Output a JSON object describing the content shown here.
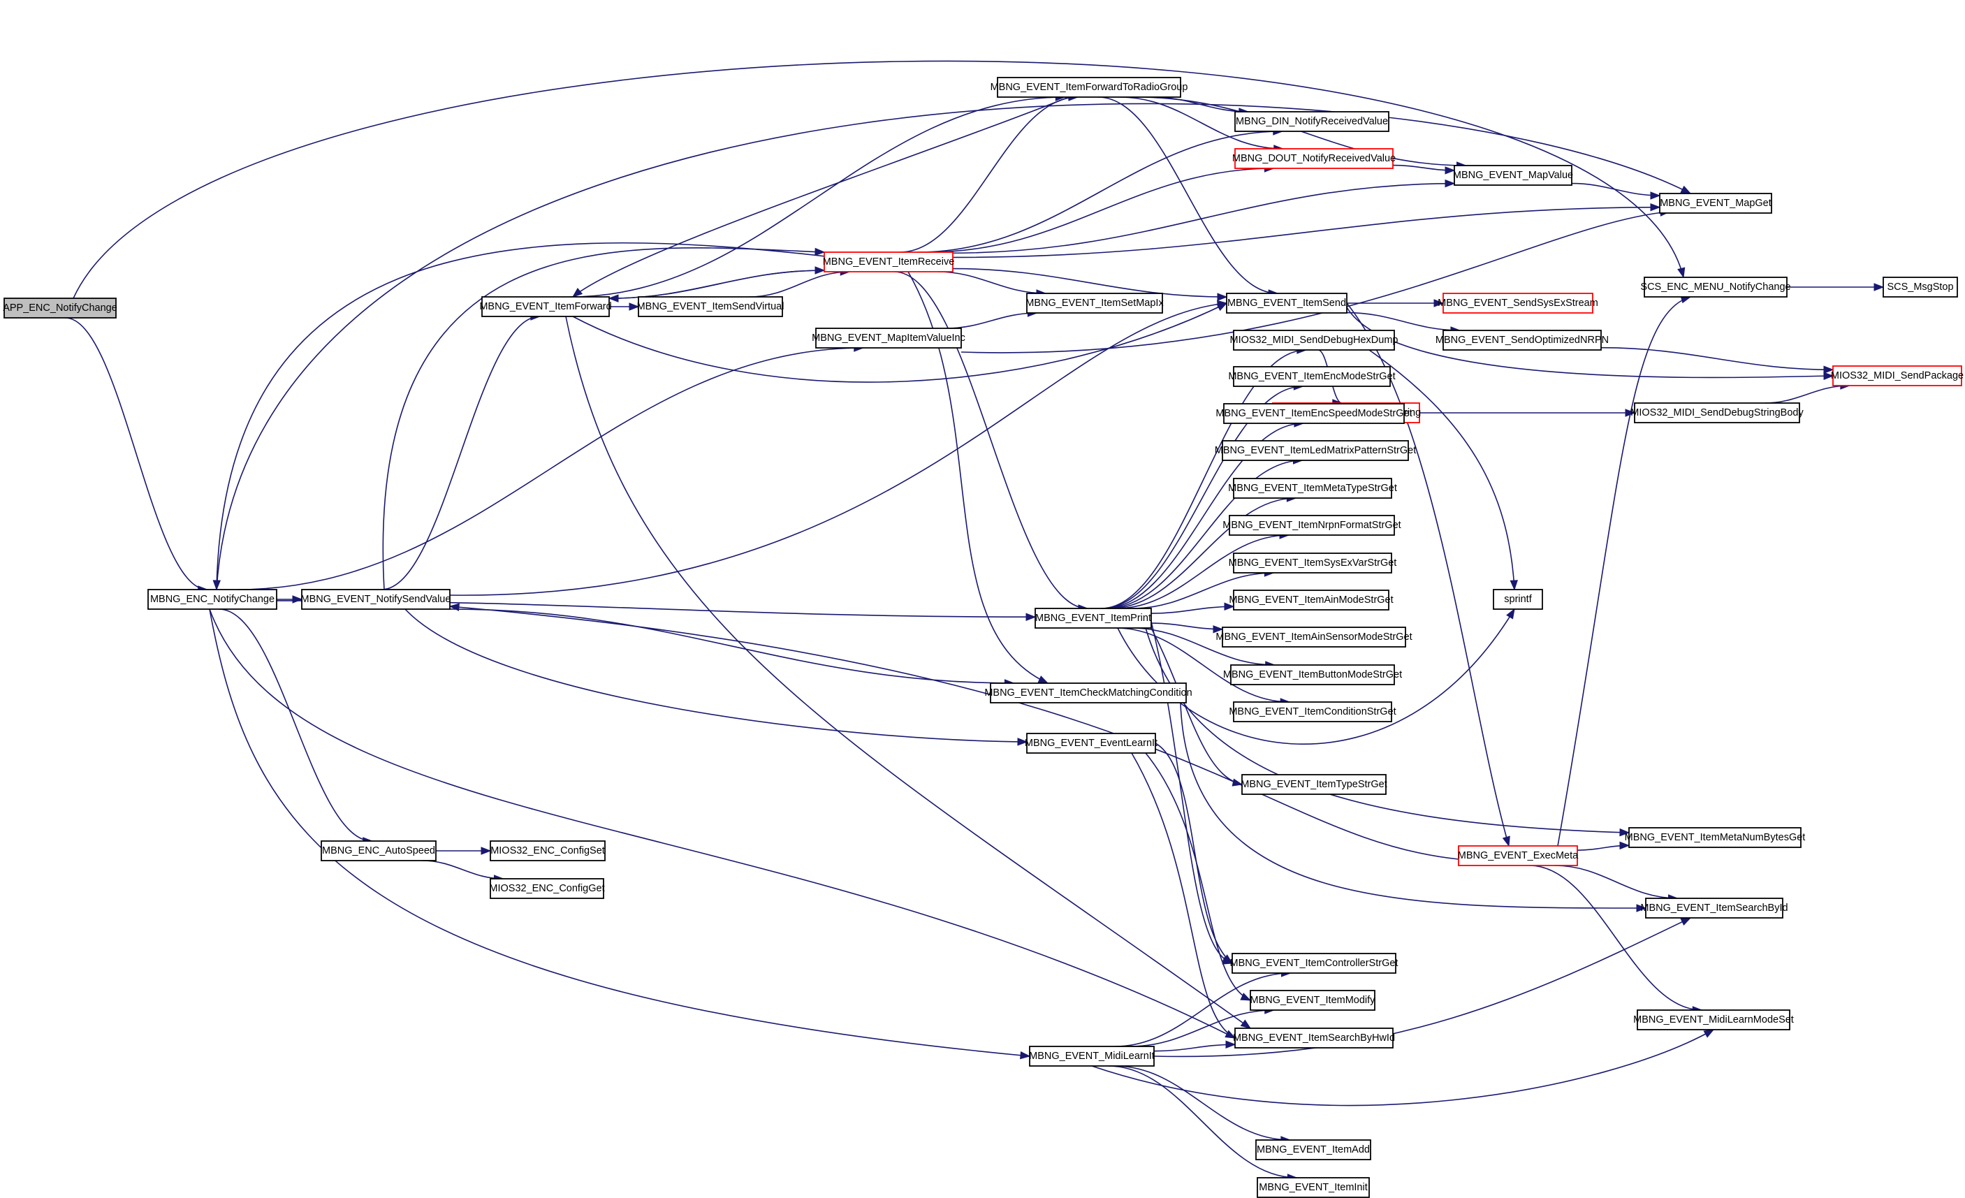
{
  "colors": {
    "edge": "#191970",
    "node_border": "#000000",
    "root_fill": "#bfbfbf",
    "truncated_border": "#ff0000"
  },
  "nodes": [
    {
      "id": "APP_ENC_NotifyChange",
      "label": "APP_ENC_NotifyChange",
      "root": true
    },
    {
      "id": "MBNG_ENC_NotifyChange",
      "label": "MBNG_ENC_NotifyChange"
    },
    {
      "id": "MBNG_EVENT_NotifySendValue",
      "label": "MBNG_EVENT_NotifySendValue"
    },
    {
      "id": "MBNG_EVENT_ItemForward",
      "label": "MBNG_EVENT_ItemForward"
    },
    {
      "id": "MBNG_EVENT_ItemSendVirtual",
      "label": "MBNG_EVENT_ItemSendVirtual"
    },
    {
      "id": "MBNG_EVENT_ItemForwardToRadioGroup",
      "label": "MBNG_EVENT_ItemForwardToRadioGroup"
    },
    {
      "id": "MBNG_EVENT_ItemReceive",
      "label": "MBNG_EVENT_ItemReceive",
      "truncated": true
    },
    {
      "id": "MBNG_EVENT_MapItemValueInc",
      "label": "MBNG_EVENT_MapItemValueInc"
    },
    {
      "id": "MBNG_DIN_NotifyReceivedValue",
      "label": "MBNG_DIN_NotifyReceivedValue"
    },
    {
      "id": "MBNG_DOUT_NotifyReceivedValue",
      "label": "MBNG_DOUT_NotifyReceivedValue",
      "truncated": true
    },
    {
      "id": "MBNG_EVENT_MapValue",
      "label": "MBNG_EVENT_MapValue"
    },
    {
      "id": "MBNG_EVENT_MapGet",
      "label": "MBNG_EVENT_MapGet"
    },
    {
      "id": "MBNG_EVENT_ItemSetMapIx",
      "label": "MBNG_EVENT_ItemSetMapIx"
    },
    {
      "id": "MBNG_EVENT_ItemSend",
      "label": "MBNG_EVENT_ItemSend"
    },
    {
      "id": "MBNG_EVENT_SendSysExStream",
      "label": "MBNG_EVENT_SendSysExStream",
      "truncated": true
    },
    {
      "id": "MBNG_EVENT_SendOptimizedNRPN",
      "label": "MBNG_EVENT_SendOptimizedNRPN"
    },
    {
      "id": "MIOS32_MIDI_SendPackage",
      "label": "MIOS32_MIDI_SendPackage",
      "truncated": true
    },
    {
      "id": "SCS_ENC_MENU_NotifyChange",
      "label": "SCS_ENC_MENU_NotifyChange"
    },
    {
      "id": "SCS_MsgStop",
      "label": "SCS_MsgStop"
    },
    {
      "id": "MIOS32_MIDI_SendDebugHexDump",
      "label": "MIOS32_MIDI_SendDebugHexDump"
    },
    {
      "id": "MIOS32_MIDI_SendDebugString",
      "label": "MIOS32_MIDI_SendDebugString",
      "truncated": true
    },
    {
      "id": "MIOS32_MIDI_SendDebugStringBody",
      "label": "MIOS32_MIDI_SendDebugStringBody"
    },
    {
      "id": "MBNG_EVENT_ItemEncModeStrGet",
      "label": "MBNG_EVENT_ItemEncModeStrGet"
    },
    {
      "id": "MBNG_EVENT_ItemEncSpeedModeStrGet",
      "label": "MBNG_EVENT_ItemEncSpeedModeStrGet"
    },
    {
      "id": "MBNG_EVENT_ItemLedMatrixPatternStrGet",
      "label": "MBNG_EVENT_ItemLedMatrixPatternStrGet"
    },
    {
      "id": "MBNG_EVENT_ItemMetaTypeStrGet",
      "label": "MBNG_EVENT_ItemMetaTypeStrGet"
    },
    {
      "id": "MBNG_EVENT_ItemNrpnFormatStrGet",
      "label": "MBNG_EVENT_ItemNrpnFormatStrGet"
    },
    {
      "id": "MBNG_EVENT_ItemSysExVarStrGet",
      "label": "MBNG_EVENT_ItemSysExVarStrGet"
    },
    {
      "id": "MBNG_EVENT_ItemAinModeStrGet",
      "label": "MBNG_EVENT_ItemAinModeStrGet"
    },
    {
      "id": "MBNG_EVENT_ItemAinSensorModeStrGet",
      "label": "MBNG_EVENT_ItemAinSensorModeStrGet"
    },
    {
      "id": "MBNG_EVENT_ItemButtonModeStrGet",
      "label": "MBNG_EVENT_ItemButtonModeStrGet"
    },
    {
      "id": "MBNG_EVENT_ItemConditionStrGet",
      "label": "MBNG_EVENT_ItemConditionStrGet"
    },
    {
      "id": "sprintf",
      "label": "sprintf"
    },
    {
      "id": "MBNG_EVENT_ItemPrint",
      "label": "MBNG_EVENT_ItemPrint"
    },
    {
      "id": "MBNG_EVENT_ItemCheckMatchingCondition",
      "label": "MBNG_EVENT_ItemCheckMatchingCondition"
    },
    {
      "id": "MBNG_EVENT_EventLearnIt",
      "label": "MBNG_EVENT_EventLearnIt"
    },
    {
      "id": "MBNG_EVENT_ItemTypeStrGet",
      "label": "MBNG_EVENT_ItemTypeStrGet"
    },
    {
      "id": "MBNG_EVENT_ItemMetaNumBytesGet",
      "label": "MBNG_EVENT_ItemMetaNumBytesGet"
    },
    {
      "id": "MBNG_EVENT_ExecMeta",
      "label": "MBNG_EVENT_ExecMeta",
      "truncated": true
    },
    {
      "id": "MBNG_EVENT_ItemSearchById",
      "label": "MBNG_EVENT_ItemSearchById"
    },
    {
      "id": "MBNG_ENC_AutoSpeed",
      "label": "MBNG_ENC_AutoSpeed"
    },
    {
      "id": "MIOS32_ENC_ConfigSet",
      "label": "MIOS32_ENC_ConfigSet"
    },
    {
      "id": "MIOS32_ENC_ConfigGet",
      "label": "MIOS32_ENC_ConfigGet"
    },
    {
      "id": "MBNG_EVENT_ItemControllerStrGet",
      "label": "MBNG_EVENT_ItemControllerStrGet"
    },
    {
      "id": "MBNG_EVENT_ItemModify",
      "label": "MBNG_EVENT_ItemModify"
    },
    {
      "id": "MBNG_EVENT_ItemSearchByHwId",
      "label": "MBNG_EVENT_ItemSearchByHwId"
    },
    {
      "id": "MBNG_EVENT_MidiLearnModeSet",
      "label": "MBNG_EVENT_MidiLearnModeSet"
    },
    {
      "id": "MBNG_EVENT_MidiLearnIt",
      "label": "MBNG_EVENT_MidiLearnIt"
    },
    {
      "id": "MBNG_EVENT_ItemAdd",
      "label": "MBNG_EVENT_ItemAdd"
    },
    {
      "id": "MBNG_EVENT_ItemInit",
      "label": "MBNG_EVENT_ItemInit"
    }
  ],
  "edges": [
    [
      "APP_ENC_NotifyChange",
      "MBNG_ENC_NotifyChange"
    ],
    [
      "APP_ENC_NotifyChange",
      "SCS_ENC_MENU_NotifyChange"
    ],
    [
      "SCS_ENC_MENU_NotifyChange",
      "SCS_MsgStop"
    ],
    [
      "MBNG_ENC_NotifyChange",
      "MBNG_EVENT_NotifySendValue"
    ],
    [
      "MBNG_ENC_NotifyChange",
      "MBNG_EVENT_MapGet"
    ],
    [
      "MBNG_ENC_NotifyChange",
      "MBNG_EVENT_MapItemValueInc"
    ],
    [
      "MBNG_ENC_NotifyChange",
      "MBNG_EVENT_ItemPrint"
    ],
    [
      "MBNG_ENC_NotifyChange",
      "MBNG_ENC_AutoSpeed"
    ],
    [
      "MBNG_ENC_NotifyChange",
      "MBNG_EVENT_ItemSearchByHwId"
    ],
    [
      "MBNG_ENC_NotifyChange",
      "MBNG_EVENT_MidiLearnIt"
    ],
    [
      "MBNG_EVENT_NotifySendValue",
      "MBNG_EVENT_ItemForward"
    ],
    [
      "MBNG_EVENT_NotifySendValue",
      "MBNG_EVENT_ItemReceive"
    ],
    [
      "MBNG_EVENT_NotifySendValue",
      "MBNG_EVENT_ItemSend"
    ],
    [
      "MBNG_EVENT_NotifySendValue",
      "MBNG_EVENT_ItemCheckMatchingCondition"
    ],
    [
      "MBNG_EVENT_NotifySendValue",
      "MBNG_EVENT_EventLearnIt"
    ],
    [
      "MBNG_EVENT_ItemForward",
      "MBNG_EVENT_ItemSendVirtual"
    ],
    [
      "MBNG_EVENT_ItemForward",
      "MBNG_EVENT_ItemForwardToRadioGroup"
    ],
    [
      "MBNG_EVENT_ItemForward",
      "MBNG_EVENT_ItemReceive"
    ],
    [
      "MBNG_EVENT_ItemForward",
      "MBNG_EVENT_ItemSend"
    ],
    [
      "MBNG_EVENT_ItemForward",
      "MBNG_EVENT_ItemSearchByHwId"
    ],
    [
      "MBNG_EVENT_ItemSendVirtual",
      "MBNG_EVENT_ItemReceive"
    ],
    [
      "MBNG_EVENT_ItemForwardToRadioGroup",
      "MBNG_EVENT_ItemForward"
    ],
    [
      "MBNG_EVENT_ItemForwardToRadioGroup",
      "MBNG_DIN_NotifyReceivedValue"
    ],
    [
      "MBNG_EVENT_ItemForwardToRadioGroup",
      "MBNG_DOUT_NotifyReceivedValue"
    ],
    [
      "MBNG_EVENT_ItemForwardToRadioGroup",
      "MBNG_EVENT_MapValue"
    ],
    [
      "MBNG_EVENT_ItemForwardToRadioGroup",
      "MBNG_EVENT_ItemSend"
    ],
    [
      "MBNG_EVENT_ItemReceive",
      "MBNG_EVENT_ItemForwardToRadioGroup"
    ],
    [
      "MBNG_EVENT_ItemReceive",
      "MBNG_DIN_NotifyReceivedValue"
    ],
    [
      "MBNG_EVENT_ItemReceive",
      "MBNG_DOUT_NotifyReceivedValue"
    ],
    [
      "MBNG_EVENT_ItemReceive",
      "MBNG_EVENT_MapValue"
    ],
    [
      "MBNG_EVENT_ItemReceive",
      "MBNG_EVENT_MapGet"
    ],
    [
      "MBNG_EVENT_ItemReceive",
      "MBNG_EVENT_ItemSetMapIx"
    ],
    [
      "MBNG_EVENT_ItemReceive",
      "MBNG_EVENT_ItemSend"
    ],
    [
      "MBNG_EVENT_ItemReceive",
      "MBNG_EVENT_ItemPrint"
    ],
    [
      "MBNG_EVENT_ItemReceive",
      "MBNG_EVENT_ItemCheckMatchingCondition"
    ],
    [
      "MBNG_EVENT_ItemReceive",
      "MBNG_EVENT_ItemForward"
    ],
    [
      "MBNG_EVENT_ItemReceive",
      "MBNG_ENC_NotifyChange"
    ],
    [
      "MBNG_DOUT_NotifyReceivedValue",
      "MBNG_EVENT_MapValue"
    ],
    [
      "MBNG_EVENT_MapValue",
      "MBNG_EVENT_MapGet"
    ],
    [
      "MBNG_EVENT_MapItemValueInc",
      "MBNG_EVENT_ItemSetMapIx"
    ],
    [
      "MBNG_EVENT_MapItemValueInc",
      "MBNG_EVENT_MapGet"
    ],
    [
      "MBNG_EVENT_ItemSend",
      "MBNG_EVENT_SendSysExStream"
    ],
    [
      "MBNG_EVENT_ItemSend",
      "MBNG_EVENT_SendOptimizedNRPN"
    ],
    [
      "MBNG_EVENT_ItemSend",
      "MIOS32_MIDI_SendPackage"
    ],
    [
      "MBNG_EVENT_ItemSend",
      "MBNG_EVENT_ExecMeta"
    ],
    [
      "MBNG_EVENT_SendOptimizedNRPN",
      "MIOS32_MIDI_SendPackage"
    ],
    [
      "MIOS32_MIDI_SendDebugHexDump",
      "MIOS32_MIDI_SendDebugString"
    ],
    [
      "MIOS32_MIDI_SendDebugHexDump",
      "sprintf"
    ],
    [
      "MIOS32_MIDI_SendDebugString",
      "MIOS32_MIDI_SendDebugStringBody"
    ],
    [
      "MIOS32_MIDI_SendDebugStringBody",
      "MIOS32_MIDI_SendPackage"
    ],
    [
      "MBNG_EVENT_ItemPrint",
      "MIOS32_MIDI_SendDebugHexDump"
    ],
    [
      "MBNG_EVENT_ItemPrint",
      "MBNG_EVENT_ItemEncModeStrGet"
    ],
    [
      "MBNG_EVENT_ItemPrint",
      "MBNG_EVENT_ItemEncSpeedModeStrGet"
    ],
    [
      "MBNG_EVENT_ItemPrint",
      "MBNG_EVENT_ItemLedMatrixPatternStrGet"
    ],
    [
      "MBNG_EVENT_ItemPrint",
      "MBNG_EVENT_ItemMetaTypeStrGet"
    ],
    [
      "MBNG_EVENT_ItemPrint",
      "MBNG_EVENT_ItemNrpnFormatStrGet"
    ],
    [
      "MBNG_EVENT_ItemPrint",
      "MBNG_EVENT_ItemSysExVarStrGet"
    ],
    [
      "MBNG_EVENT_ItemPrint",
      "MBNG_EVENT_ItemAinModeStrGet"
    ],
    [
      "MBNG_EVENT_ItemPrint",
      "MBNG_EVENT_ItemAinSensorModeStrGet"
    ],
    [
      "MBNG_EVENT_ItemPrint",
      "MBNG_EVENT_ItemButtonModeStrGet"
    ],
    [
      "MBNG_EVENT_ItemPrint",
      "MBNG_EVENT_ItemConditionStrGet"
    ],
    [
      "MBNG_EVENT_ItemPrint",
      "MBNG_EVENT_ItemTypeStrGet"
    ],
    [
      "MBNG_EVENT_ItemPrint",
      "MBNG_EVENT_ItemControllerStrGet"
    ],
    [
      "MBNG_EVENT_ItemPrint",
      "sprintf"
    ],
    [
      "MBNG_EVENT_ItemPrint",
      "MBNG_EVENT_ItemMetaNumBytesGet"
    ],
    [
      "MBNG_EVENT_ItemCheckMatchingCondition",
      "MBNG_EVENT_ItemSearchById"
    ],
    [
      "MBNG_EVENT_EventLearnIt",
      "MBNG_EVENT_ItemControllerStrGet"
    ],
    [
      "MBNG_EVENT_EventLearnIt",
      "MBNG_EVENT_ItemModify"
    ],
    [
      "MBNG_EVENT_EventLearnIt",
      "MBNG_EVENT_ItemSearchByHwId"
    ],
    [
      "MBNG_EVENT_ExecMeta",
      "MBNG_EVENT_ItemMetaNumBytesGet"
    ],
    [
      "MBNG_EVENT_ExecMeta",
      "MBNG_EVENT_ItemSearchById"
    ],
    [
      "MBNG_EVENT_ExecMeta",
      "MBNG_EVENT_MidiLearnModeSet"
    ],
    [
      "MBNG_EVENT_ExecMeta",
      "SCS_ENC_MENU_NotifyChange"
    ],
    [
      "MBNG_EVENT_ExecMeta",
      "MBNG_EVENT_NotifySendValue"
    ],
    [
      "MBNG_ENC_AutoSpeed",
      "MIOS32_ENC_ConfigSet"
    ],
    [
      "MBNG_ENC_AutoSpeed",
      "MIOS32_ENC_ConfigGet"
    ],
    [
      "MBNG_EVENT_MidiLearnIt",
      "MBNG_EVENT_ItemControllerStrGet"
    ],
    [
      "MBNG_EVENT_MidiLearnIt",
      "MBNG_EVENT_ItemModify"
    ],
    [
      "MBNG_EVENT_MidiLearnIt",
      "MBNG_EVENT_ItemSearchByHwId"
    ],
    [
      "MBNG_EVENT_MidiLearnIt",
      "MBNG_EVENT_ItemSearchById"
    ],
    [
      "MBNG_EVENT_MidiLearnIt",
      "MBNG_EVENT_MidiLearnModeSet"
    ],
    [
      "MBNG_EVENT_MidiLearnIt",
      "MBNG_EVENT_ItemAdd"
    ],
    [
      "MBNG_EVENT_MidiLearnIt",
      "MBNG_EVENT_ItemInit"
    ]
  ]
}
